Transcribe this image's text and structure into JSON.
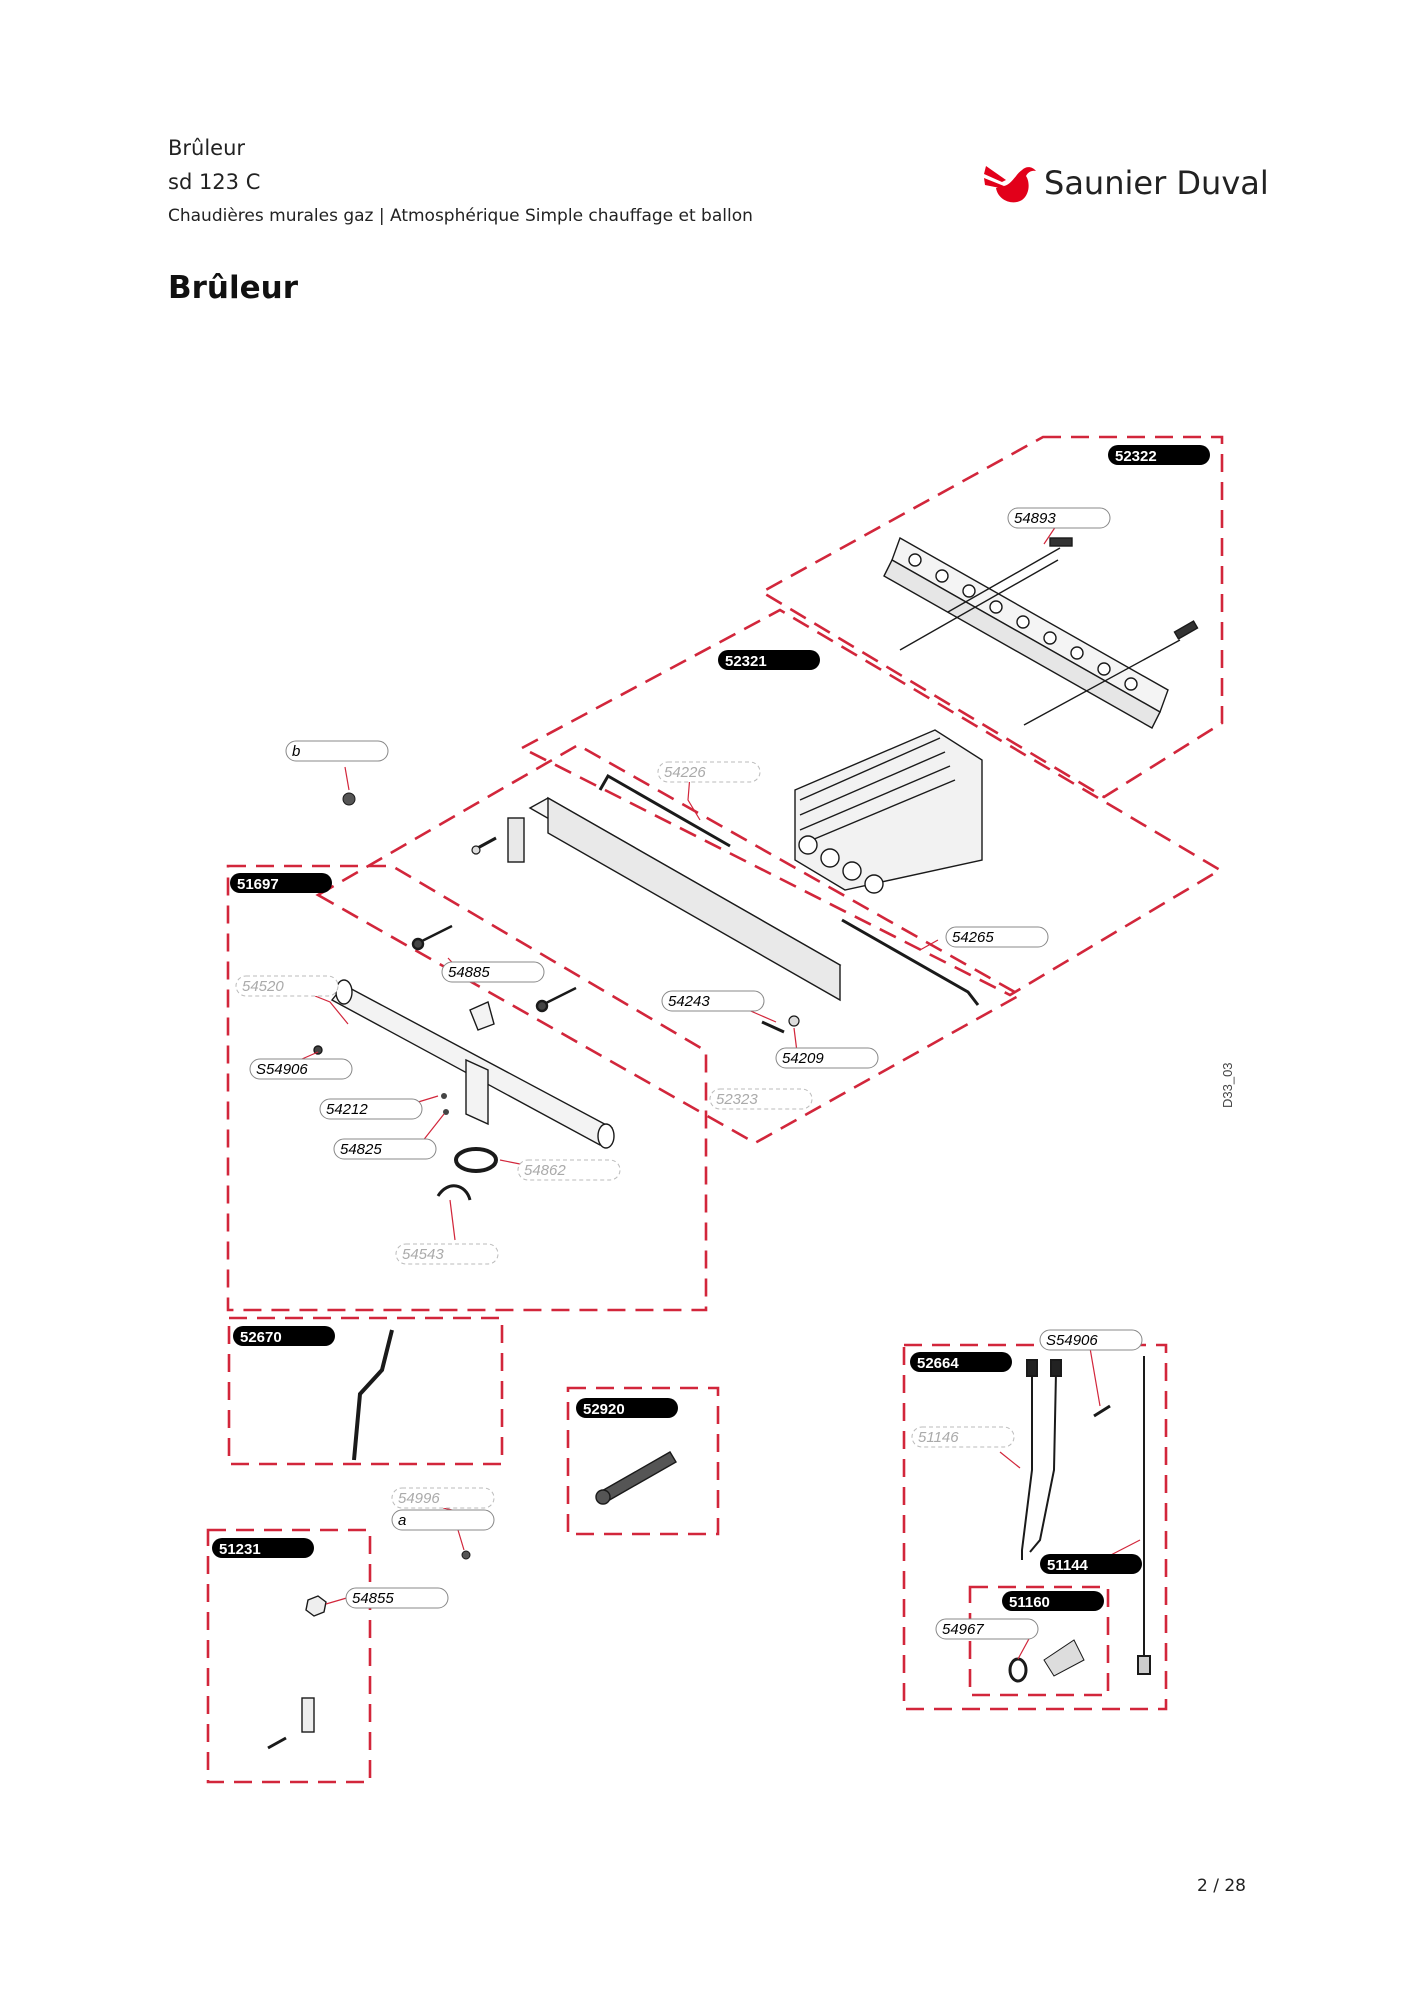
{
  "header": {
    "line1": "Brûleur",
    "line2": "sd 123 C",
    "line3": "Chaudières murales gaz | Atmosphérique Simple chauffage et ballon"
  },
  "page_title": "Brûleur",
  "logo": {
    "text": "Saunier Duval",
    "icon": "bird-logo-icon",
    "color": "#e2001a"
  },
  "drawing_ref": "D33_03",
  "assembly_labels": [
    "52322",
    "52321",
    "51697",
    "52670",
    "52920",
    "51231",
    "52664",
    "51144",
    "51160"
  ],
  "part_labels": [
    "54893",
    "54226",
    "54265",
    "54243",
    "54209",
    "54885",
    "S54906",
    "54212",
    "54825",
    "54855",
    "S54906",
    "54967"
  ],
  "ghost_labels": [
    "54520",
    "52323",
    "54862",
    "54543",
    "54996",
    "51146"
  ],
  "letter_labels": [
    "b",
    "a"
  ],
  "colors": {
    "callout_dash": "#d2263b",
    "ink": "#1a1a1a",
    "ghost": "#aaaaaa"
  },
  "page_number": "2 / 28"
}
